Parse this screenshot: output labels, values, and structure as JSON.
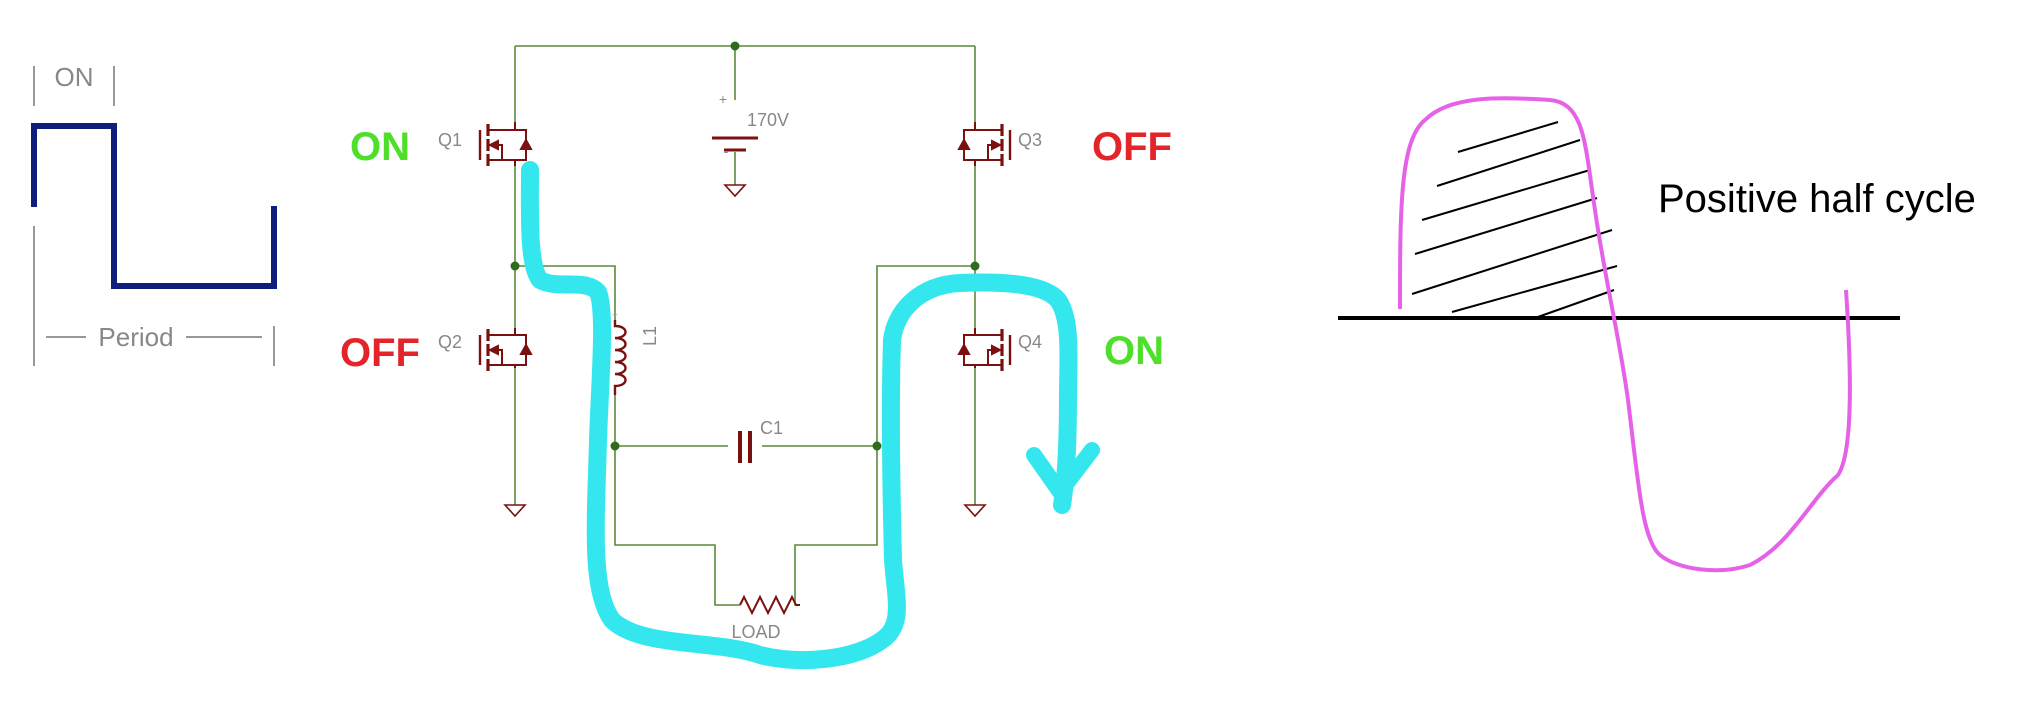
{
  "pulse_diagram": {
    "on_label": "ON",
    "period_label": "Period"
  },
  "circuit": {
    "supply_label": "170V",
    "supply_plus": "+",
    "supply_minus": "-",
    "transistors": {
      "q1": {
        "name": "Q1",
        "state": "ON"
      },
      "q2": {
        "name": "Q2",
        "state": "OFF"
      },
      "q3": {
        "name": "Q3",
        "state": "OFF"
      },
      "q4": {
        "name": "Q4",
        "state": "ON"
      }
    },
    "inductor_label": "L1",
    "capacitor_label": "C1",
    "load_label": "LOAD"
  },
  "waveform": {
    "caption": "Positive half cycle"
  },
  "colors": {
    "on": "#4ddf2a",
    "off": "#e3242b",
    "wire": "#5a8a3a",
    "component": "#7a1010",
    "current_path": "#34e7ee",
    "pulse": "#0d1f7a",
    "sine": "#e562e8",
    "label_gray": "#888888"
  }
}
